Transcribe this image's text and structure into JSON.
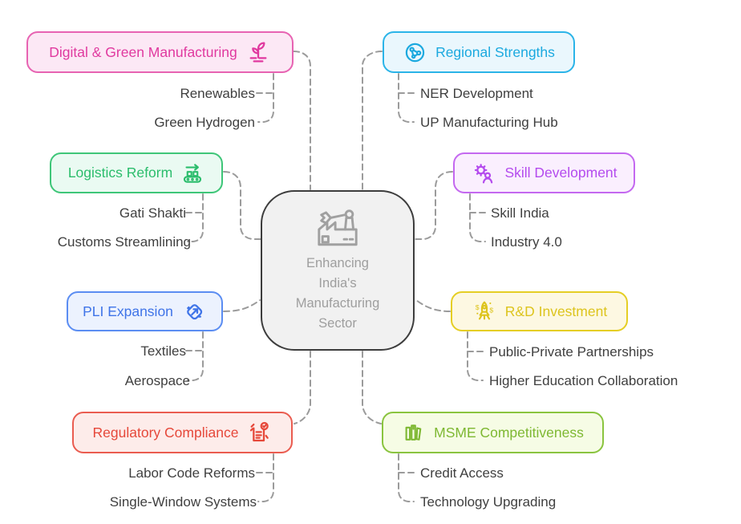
{
  "center": {
    "label_lines": [
      "Enhancing",
      "India's",
      "Manufacturing",
      "Sector"
    ],
    "icon": "factory-robot-arm-icon"
  },
  "colors": {
    "background": "#FFFFFF",
    "connector": "#9B9B9B",
    "center_border": "#3D3D3D",
    "center_fill": "#F1F1F1",
    "center_text": "#9E9E9E",
    "item_text": "#3F3F3F"
  },
  "branches": [
    {
      "label": "Digital & Green Manufacturing",
      "icon": "plant-sprout-icon",
      "side": "left",
      "text_color": "#E0399F",
      "border_color": "#E763B2",
      "fill_color": "#FCE8F5",
      "items": [
        "Renewables",
        "Green Hydrogen"
      ]
    },
    {
      "label": "Regional Strengths",
      "icon": "globe-network-icon",
      "side": "right",
      "text_color": "#1BA9DF",
      "border_color": "#2BB4E8",
      "fill_color": "#EAF7FD",
      "items": [
        "NER Development",
        "UP Manufacturing Hub"
      ]
    },
    {
      "label": "Logistics Reform",
      "icon": "conveyor-belt-icon",
      "side": "left",
      "text_color": "#2BBD6C",
      "border_color": "#3EC678",
      "fill_color": "#EAFAF2",
      "items": [
        "Gati Shakti",
        "Customs Streamlining"
      ]
    },
    {
      "label": "Skill Development",
      "icon": "gear-person-icon",
      "side": "right",
      "text_color": "#B44BEE",
      "border_color": "#C468F0",
      "fill_color": "#FAEFFE",
      "items": [
        "Skill India",
        "Industry 4.0"
      ]
    },
    {
      "label": "PLI Expansion",
      "icon": "magnet-arrow-icon",
      "side": "left",
      "text_color": "#3F74E8",
      "border_color": "#5B8DF2",
      "fill_color": "#ECF2FE",
      "items": [
        "Textiles",
        "Aerospace"
      ]
    },
    {
      "label": "R&D Investment",
      "icon": "rocket-dollar-icon",
      "side": "right",
      "text_color": "#DDC41D",
      "border_color": "#E5CE24",
      "fill_color": "#FDF8E2",
      "items": [
        "Public-Private Partnerships",
        "Higher Education Collaboration"
      ]
    },
    {
      "label": "Regulatory Compliance",
      "icon": "document-check-icon",
      "side": "left",
      "text_color": "#E6483A",
      "border_color": "#EA5C50",
      "fill_color": "#FDECEA",
      "items": [
        "Labor Code Reforms",
        "Single-Window Systems"
      ]
    },
    {
      "label": "MSME Competitiveness",
      "icon": "buildings-icon",
      "side": "right",
      "text_color": "#7EB832",
      "border_color": "#8AC43F",
      "fill_color": "#F6FCE5",
      "items": [
        "Credit Access",
        "Technology Upgrading"
      ]
    }
  ]
}
